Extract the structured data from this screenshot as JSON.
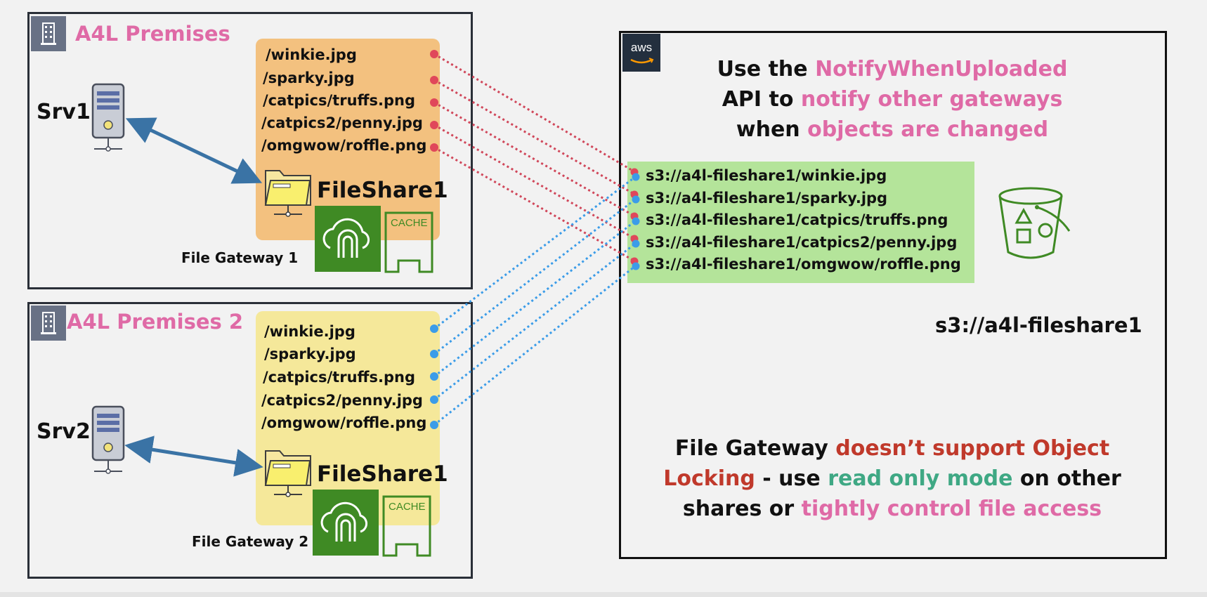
{
  "premises1": {
    "title": "A4L Premises",
    "server": "Srv1",
    "files": [
      "/winkie.jpg",
      "/sparky.jpg",
      "/catpics/truffs.png",
      "/catpics2/penny.jpg",
      "/omgwow/roffle.png"
    ],
    "fileshare": "FileShare1",
    "gateway": "File Gateway 1",
    "cache": "CACHE",
    "box_color": "#f3c17f"
  },
  "premises2": {
    "title": "A4L Premises 2",
    "server": "Srv2",
    "files": [
      "/winkie.jpg",
      "/sparky.jpg",
      "/catpics/truffs.png",
      "/catpics2/penny.jpg",
      "/omgwow/roffle.png"
    ],
    "fileshare": "FileShare1",
    "gateway": "File Gateway 2",
    "cache": "CACHE",
    "box_color": "#f5e89a"
  },
  "aws": {
    "logo": "aws",
    "notify": {
      "line1_a": "Use the ",
      "line1_b": "NotifyWhenUploaded",
      "line2_a": "API to ",
      "line2_b": "notify other gateways",
      "line3_a": "when ",
      "line3_b": "objects are changed"
    },
    "objects": [
      "s3://a4l-fileshare1/winkie.jpg",
      "s3://a4l-fileshare1/sparky.jpg",
      "s3://a4l-fileshare1/catpics/truffs.png",
      "s3://a4l-fileshare1/catpics2/penny.jpg",
      "s3://a4l-fileshare1/omgwow/roffle.png"
    ],
    "bucket": "s3://a4l-fileshare1",
    "locking": {
      "a": "File Gateway ",
      "b": "doesn’t support Object",
      "c": "Locking",
      "d": " - use ",
      "e": "read only mode",
      "f": " on other",
      "g": "shares or ",
      "h": "tightly control file access"
    }
  },
  "colors": {
    "pink": "#df6aa6",
    "red": "#c0392b",
    "green_text": "#3fa884",
    "s3_list": "#b4e49a",
    "arrow": "#3a73a5",
    "line_red": "#d0475a",
    "line_blue": "#3b9ce8"
  },
  "icons": [
    "building-icon",
    "server-icon",
    "folder-icon",
    "file-gateway-icon",
    "cache-icon",
    "aws-logo",
    "s3-bucket-icon"
  ]
}
